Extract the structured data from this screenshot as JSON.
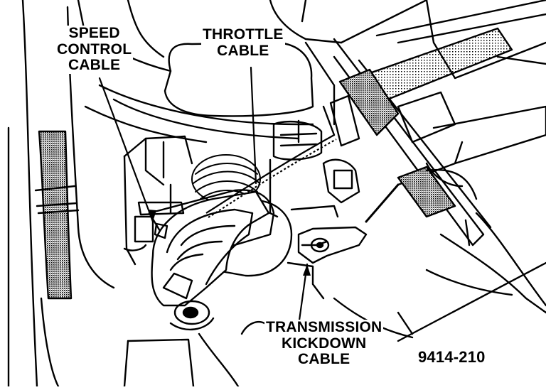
{
  "labels": {
    "speed_control_cable": [
      "SPEED",
      "CONTROL",
      "CABLE"
    ],
    "throttle_cable": [
      "THROTTLE",
      "CABLE"
    ],
    "transmission_kickdown_cable": [
      "TRANSMISSION",
      "KICKDOWN",
      "CABLE"
    ]
  },
  "figure_number": "9414-210",
  "colors": {
    "ink": "#000000",
    "paper": "#ffffff",
    "shade": "#8a8a8a"
  }
}
